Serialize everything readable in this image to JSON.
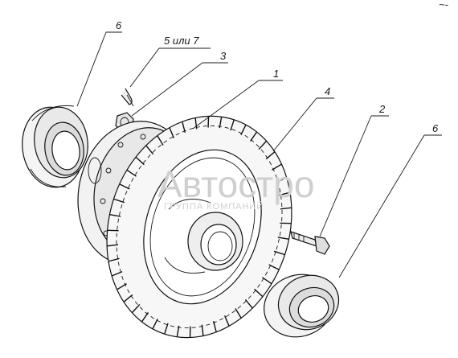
{
  "labels": {
    "p6a": "6",
    "p5": "5 или 7",
    "p3": "3",
    "p1": "1",
    "p4": "4",
    "p2": "2",
    "p6b": "6"
  },
  "corner_mark": "~-",
  "watermark": {
    "brand": "Автостро",
    "subtitle": "ГРУППА КОМПАНИЙ"
  }
}
